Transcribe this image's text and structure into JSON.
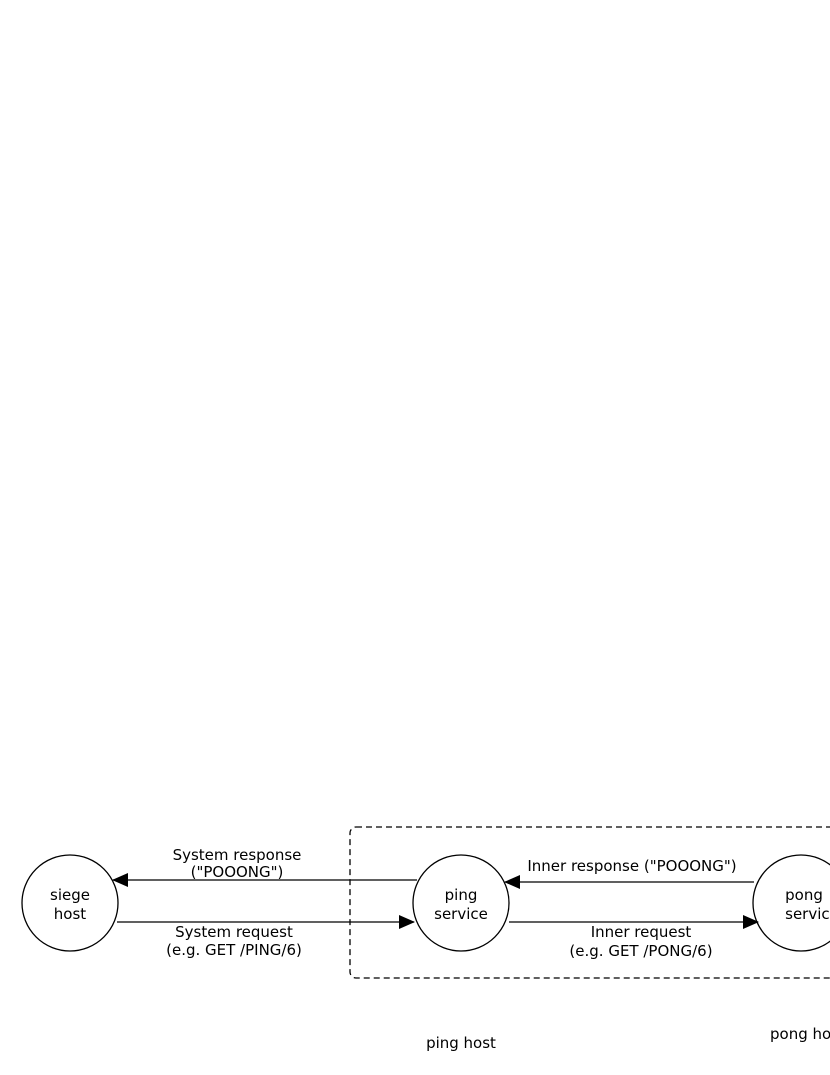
{
  "diagram": {
    "nodes": {
      "siege": {
        "line1": "siege",
        "line2": "host"
      },
      "ping": {
        "line1": "ping",
        "line2": "service"
      },
      "pong": {
        "line1": "pong",
        "line2": "service"
      }
    },
    "edges": {
      "system_response": {
        "line1": "System response",
        "line2": "(\"POOONG\")"
      },
      "system_request": {
        "line1": "System request",
        "line2": "(e.g. GET /PING/6)"
      },
      "inner_response": {
        "line1": "Inner response (\"POOONG\")"
      },
      "inner_request": {
        "line1": "Inner request",
        "line2": "(e.g. GET /PONG/6)"
      }
    },
    "boundaries": {
      "ping_host_label": "ping host",
      "pong_host_label": "pong host"
    }
  }
}
